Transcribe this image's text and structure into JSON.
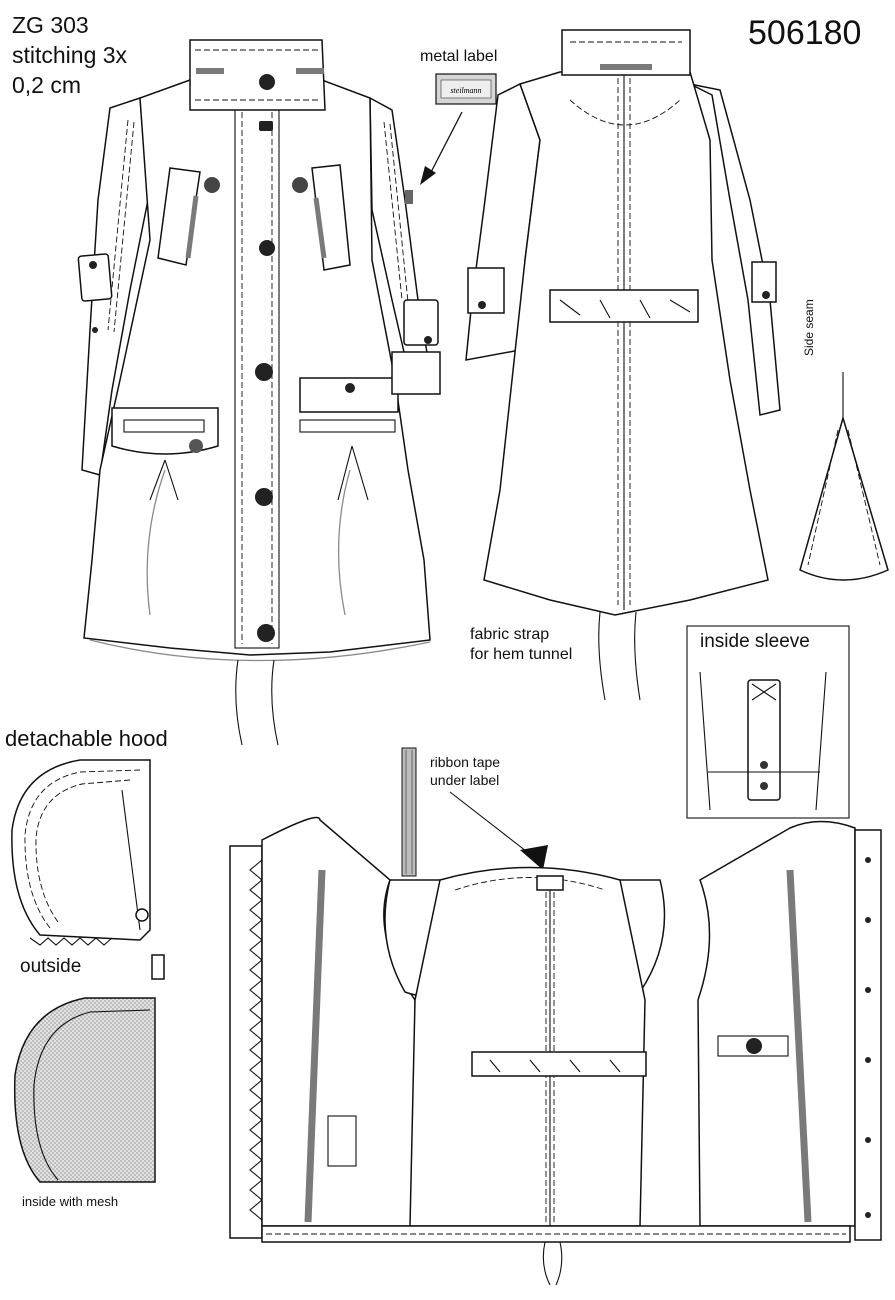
{
  "header": {
    "model_code": "ZG 303",
    "stitching": "stitching 3x",
    "stitch_width": "0,2 cm",
    "article_number": "506180"
  },
  "callouts": {
    "metal_label": "metal label",
    "label_brand": "steilmann",
    "fabric_strap_line1": "fabric strap",
    "fabric_strap_line2": "for hem tunnel",
    "side_seam": "Side seam",
    "inside_sleeve": "inside sleeve",
    "detachable_hood": "detachable hood",
    "outside": "outside",
    "inside_with_mesh": "inside with mesh",
    "ribbon_tape_line1": "ribbon tape",
    "ribbon_tape_line2": "under label"
  },
  "colors": {
    "line": "#111111",
    "grey_tape": "#7a7a7a",
    "mesh": "#c8c8c8",
    "background": "#ffffff"
  }
}
